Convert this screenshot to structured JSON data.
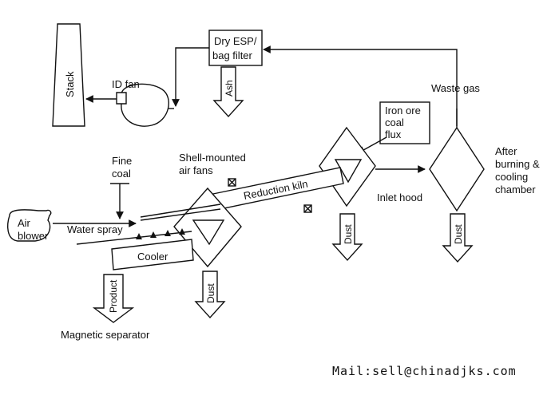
{
  "labels": {
    "stack": "Stack",
    "id_fan": "ID fan",
    "dry_esp_line1": "Dry ESP/",
    "dry_esp_line2": "bag filter",
    "ash": "Ash",
    "waste_gas": "Waste gas",
    "iron_ore_line1": "Iron ore",
    "iron_ore_line2": "coal",
    "iron_ore_line3": "flux",
    "after_burning_line1": "After",
    "after_burning_line2": "burning &",
    "after_burning_line3": "cooling",
    "after_burning_line4": "chamber",
    "fine_coal_line1": "Fine",
    "fine_coal_line2": "coal",
    "shell_fans_line1": "Shell-mounted",
    "shell_fans_line2": "air fans",
    "reduction_kiln": "Reduction kiln",
    "inlet_hood": "Inlet hood",
    "air_blower_line1": "Air",
    "air_blower_line2": "blower",
    "water_spray": "Water spray",
    "cooler": "Cooler",
    "dust_1": "Dust",
    "dust_2": "Dust",
    "dust_3": "Dust",
    "product": "Product",
    "magnetic_separator": "Magnetic separator",
    "mail": "Mail:sell@chinadjks.com"
  }
}
